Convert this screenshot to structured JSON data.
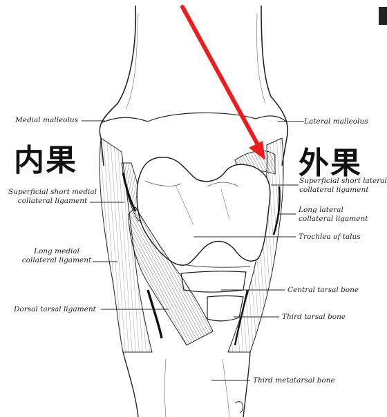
{
  "labels": {
    "medial_malleolus": "Medial malleolus",
    "lateral_malleolus": "Lateral malleolus",
    "superficial_short_medial": [
      "Superficial short medial",
      "collateral ligament"
    ],
    "superficial_short_lateral": [
      "Superficial short lateral",
      "collateral ligament"
    ],
    "long_lateral": [
      "Long lateral",
      "collateral ligament"
    ],
    "trochlea": "Trochlea of talus",
    "long_medial": [
      "Long medial",
      "collateral ligament"
    ],
    "central_tarsal": "Central tarsal bone",
    "dorsal_tarsal": "Dorsal tarsal ligament",
    "third_tarsal": "Third tarsal bone",
    "third_metatarsal": "Third metatarsal bone"
  },
  "annotations": {
    "medial_jp": "内果",
    "lateral_jp": "外果"
  },
  "colors": {
    "arrow": "#ee1c1c",
    "ink": "#222222"
  }
}
